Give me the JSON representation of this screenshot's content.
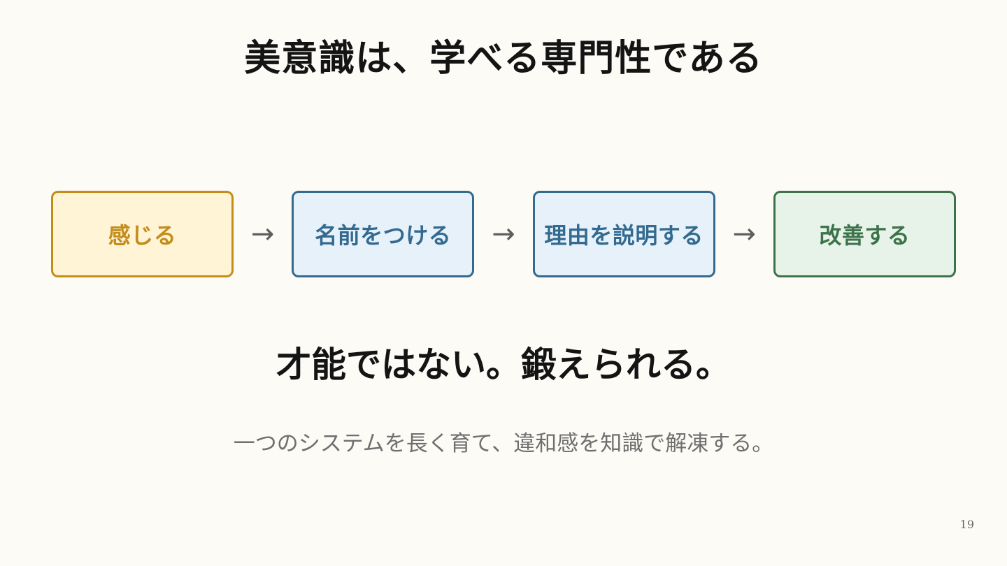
{
  "slide": {
    "title": "美意識は、学べる専門性である",
    "subtitle": "才能ではない。鍛えられる。",
    "caption": "一つのシステムを長く育て、違和感を知識で解凍する。",
    "page_number": "19"
  },
  "flow": {
    "arrow_glyph": "→",
    "steps": [
      {
        "label": "感じる",
        "text_color": "#c48d1a",
        "fill_color": "#fff4d6",
        "border_color": "#c48d1a"
      },
      {
        "label": "名前をつける",
        "text_color": "#336a90",
        "fill_color": "#e7f1fa",
        "border_color": "#336a90"
      },
      {
        "label": "理由を説明する",
        "text_color": "#336a90",
        "fill_color": "#e7f1fa",
        "border_color": "#336a90"
      },
      {
        "label": "改善する",
        "text_color": "#3d734b",
        "fill_color": "#e7f3e8",
        "border_color": "#3d734b"
      }
    ]
  }
}
